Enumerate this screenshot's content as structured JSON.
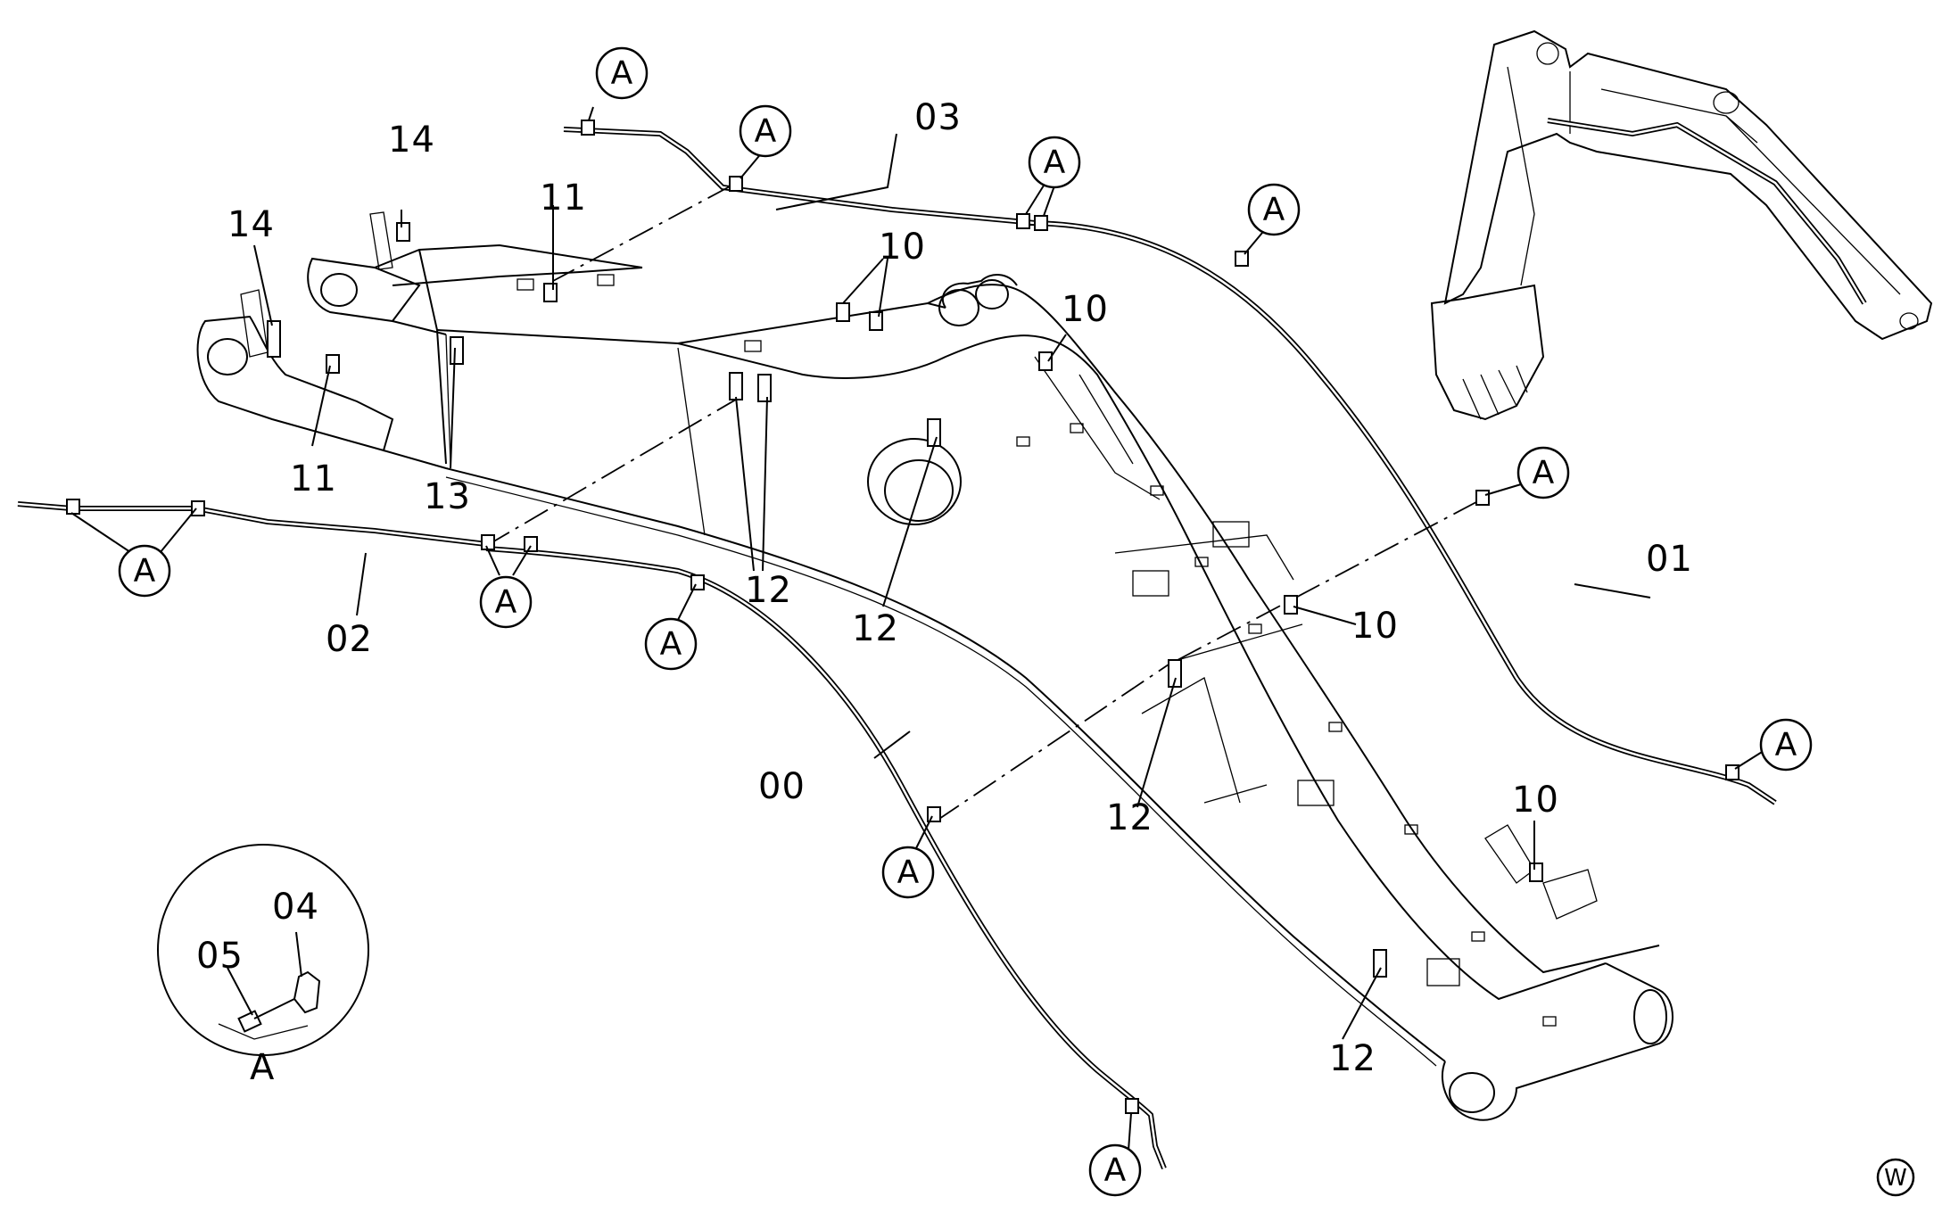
{
  "callout_letter": "A",
  "corner_mark": "W",
  "detail_label": "A",
  "parts": {
    "p00": "00",
    "p01": "01",
    "p02": "02",
    "p03": "03",
    "p04": "04",
    "p05": "05",
    "p10": "10",
    "p11": "11",
    "p12": "12",
    "p13": "13",
    "p14": "14"
  }
}
